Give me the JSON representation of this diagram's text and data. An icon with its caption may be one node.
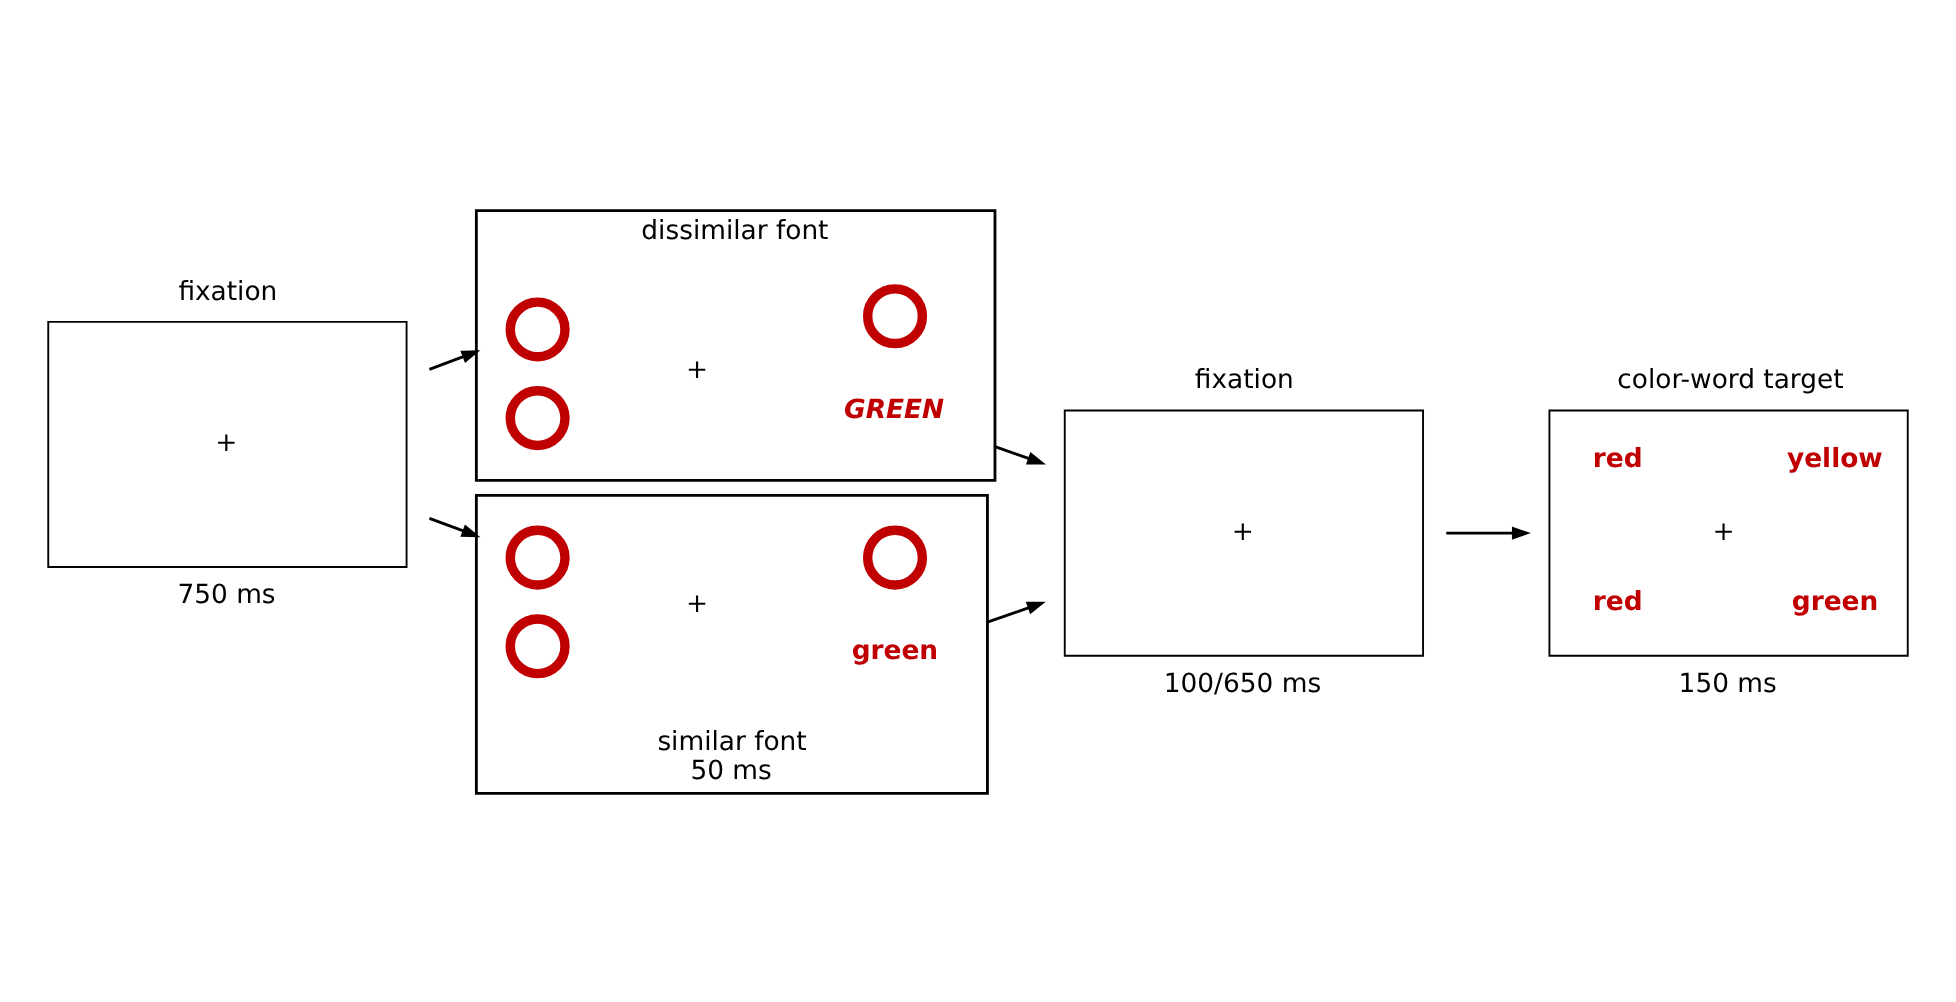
{
  "diagram": {
    "nodes": [
      {
        "text": [
          "fixation",
          "+"
        ],
        "beside": [
          "750 ms"
        ]
      },
      {
        "text": [
          "dissimilar font"
        ]
      },
      {
        "text": [],
        "shape": "circle",
        "in": 1
      },
      {
        "text": [
          "GREEN"
        ],
        "in": 1
      },
      {
        "text": [
          "+"
        ],
        "in": 1
      },
      {
        "text": [],
        "shape": "circle",
        "in": 1
      },
      {
        "text": [],
        "shape": "circle",
        "in": 1
      },
      {
        "text": [
          "similar font"
        ],
        "beside": [
          "50 ms"
        ]
      },
      {
        "text": [],
        "shape": "circle",
        "in": 7
      },
      {
        "text": [
          "green"
        ],
        "in": 7
      },
      {
        "text": [
          "+"
        ],
        "in": 7
      },
      {
        "text": [],
        "shape": "circle",
        "in": 7
      },
      {
        "text": [],
        "shape": "circle",
        "in": 7
      },
      {
        "text": [
          "fixation",
          "+"
        ],
        "beside": [
          "100/650 ms"
        ]
      },
      {
        "text": [
          "color-word target",
          "red",
          "yellow",
          "+",
          "red",
          "green"
        ],
        "beside": [
          "150 ms"
        ]
      }
    ],
    "edges": [
      {
        "from": 0,
        "to": 1,
        "arrow": "to"
      },
      {
        "from": 0,
        "to": 7,
        "arrow": "to"
      },
      {
        "from": 1,
        "to": 13,
        "arrow": "to"
      },
      {
        "from": 7,
        "to": 13,
        "arrow": "to"
      },
      {
        "from": 13,
        "to": 14,
        "arrow": "to"
      }
    ]
  }
}
